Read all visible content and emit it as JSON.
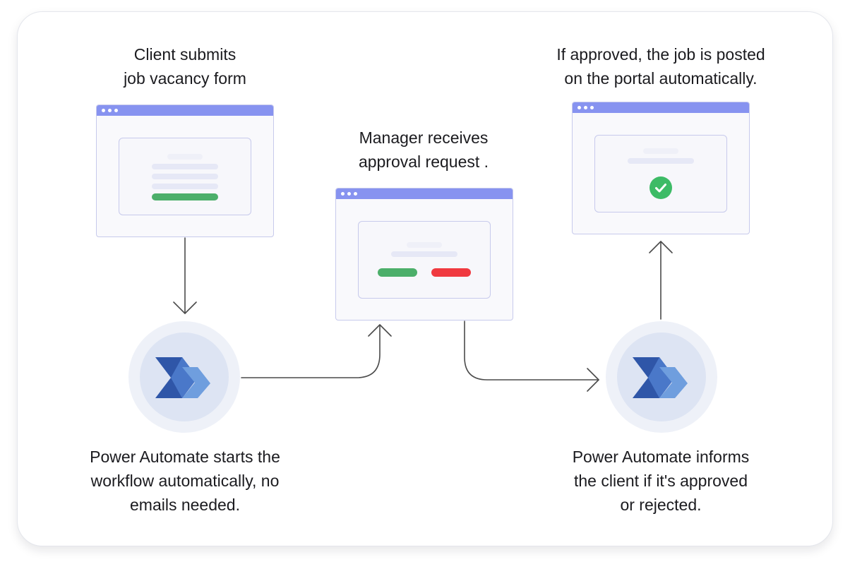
{
  "steps": {
    "client_submits": {
      "line1": "Client submits",
      "line2": "job vacancy form"
    },
    "manager_receives": {
      "line1": "Manager receives",
      "line2": "approval request ."
    },
    "job_posted": {
      "line1": "If approved, the job is posted",
      "line2": "on the portal automatically."
    },
    "power_automate_starts": {
      "line1": "Power Automate starts the",
      "line2": "workflow automatically, no",
      "line3": "emails needed."
    },
    "power_automate_informs": {
      "line1": "Power Automate informs",
      "line2": "the client if it's approved",
      "line3": "or rejected."
    }
  },
  "colors": {
    "window_bar": "#8793f0",
    "approve": "#4caf6a",
    "reject": "#f03a40",
    "check": "#3dbb66",
    "logo_dark": "#2f56a8",
    "logo_mid": "#4a78c9",
    "logo_light": "#6f9ede",
    "arrow": "#4a4a4a"
  },
  "icons": {
    "power_automate": "power-automate-logo-icon",
    "check": "check-circle-icon"
  }
}
